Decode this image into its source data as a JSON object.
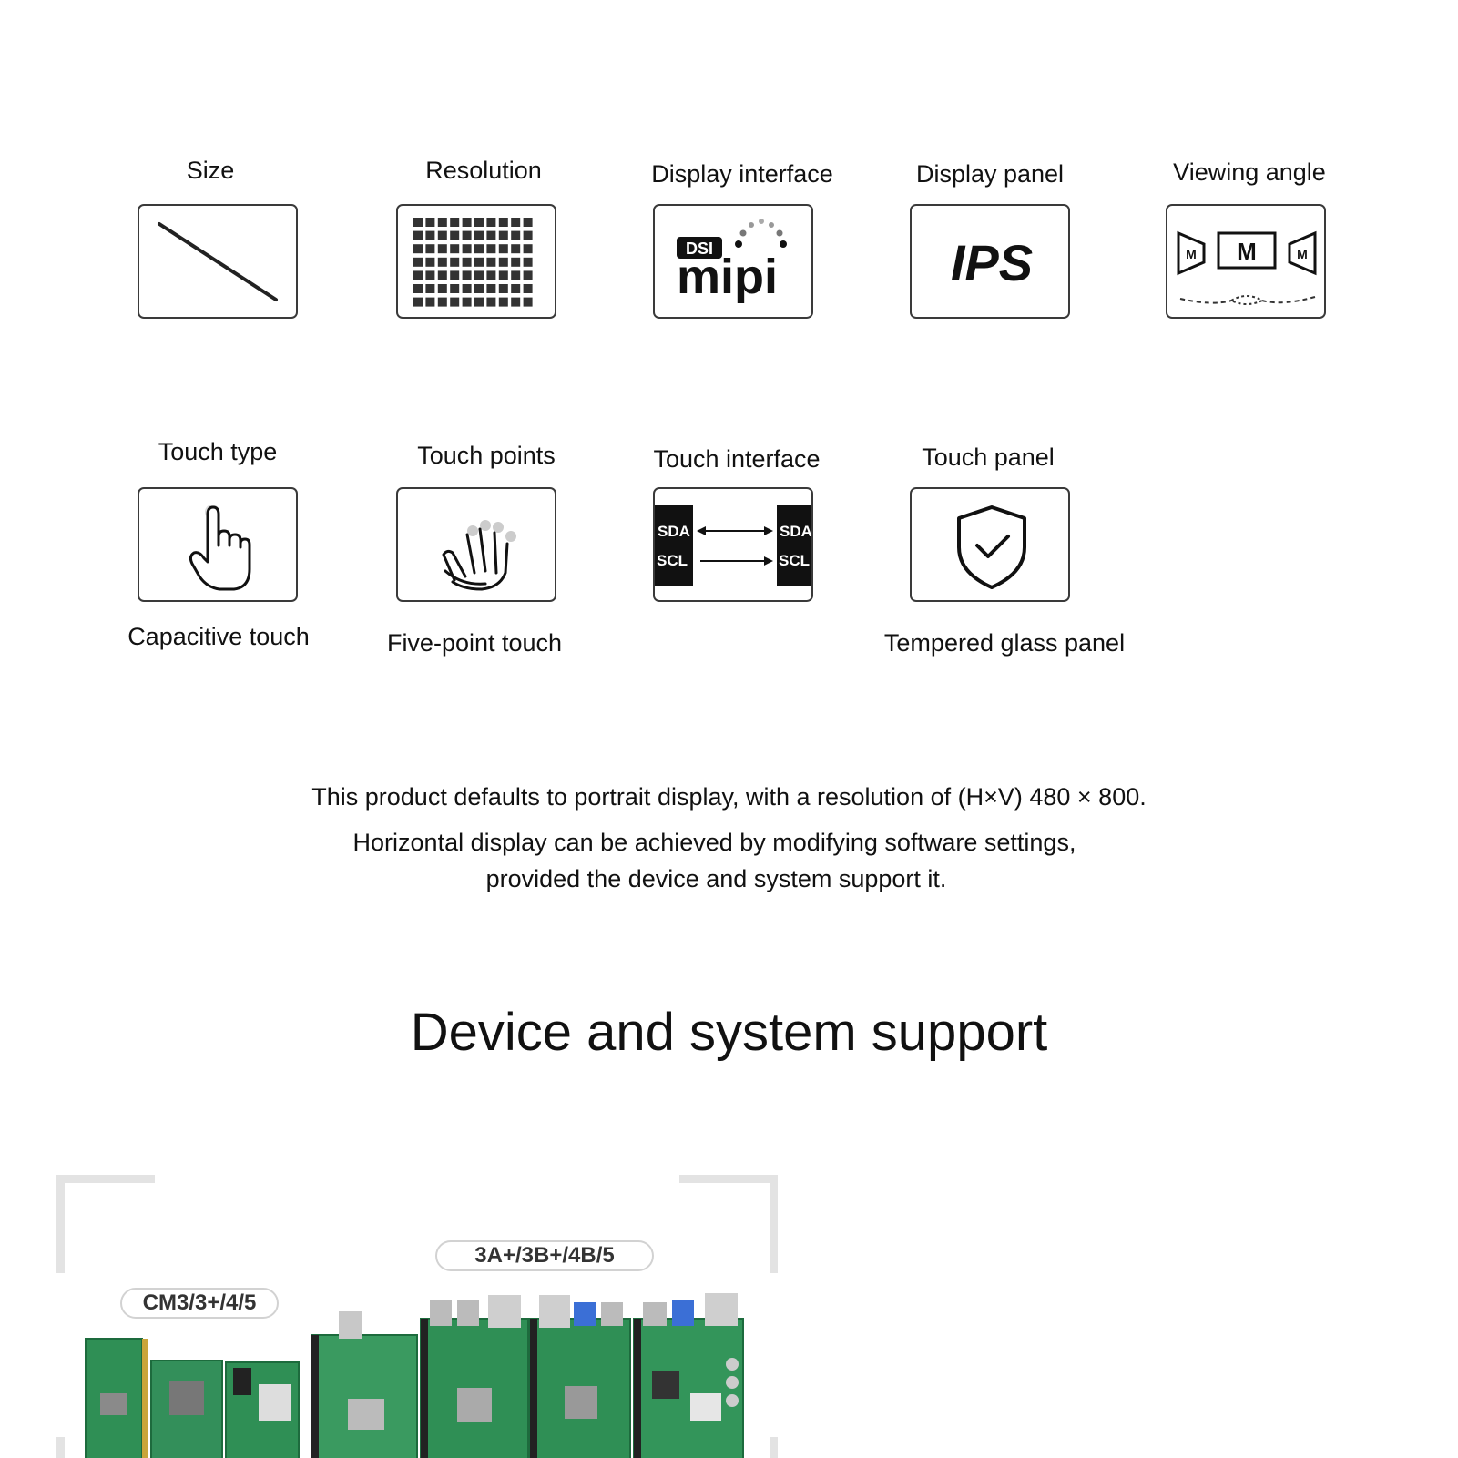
{
  "specs": {
    "size": {
      "label": "Size"
    },
    "resolution": {
      "label": "Resolution"
    },
    "display_interface": {
      "label": "Display interface",
      "icon_small": "DSI",
      "icon_big": "mipi"
    },
    "display_panel": {
      "label": "Display panel",
      "icon_text": "IPS"
    },
    "viewing_angle": {
      "label": "Viewing angle",
      "icon_letter": "M"
    },
    "touch_type": {
      "label": "Touch type",
      "caption": "Capacitive touch"
    },
    "touch_points": {
      "label": "Touch points",
      "caption": "Five-point touch"
    },
    "touch_interface": {
      "label": "Touch interface",
      "sda": "SDA",
      "scl": "SCL"
    },
    "touch_panel": {
      "label": "Touch panel",
      "caption": "Tempered glass panel"
    }
  },
  "notes": {
    "line1": "This product defaults to portrait display, with a resolution of (H×V) 480 × 800.",
    "line2": "Horizontal display can be achieved by modifying software settings,",
    "line3": "provided the device and system support it."
  },
  "section": {
    "title": "Device and system support"
  },
  "boards": {
    "tag_left": "CM3/3+/4/5",
    "tag_right": "3A+/3B+/4B/5"
  },
  "colors": {
    "board_green": "#2f8f55",
    "text": "#111111",
    "icon_stroke": "#3a3a3a"
  }
}
